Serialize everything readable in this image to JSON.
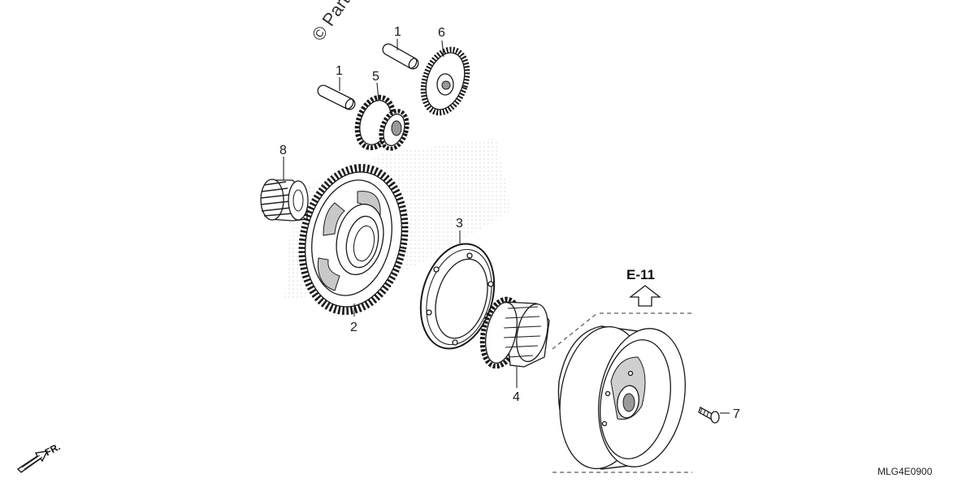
{
  "watermark": "© Partz",
  "reference": {
    "label": "E-11"
  },
  "drawing_code": "MLG4E0900",
  "front_indicator": "FR.",
  "callouts": [
    {
      "id": "pin-a",
      "number": "1"
    },
    {
      "id": "pin-b",
      "number": "1"
    },
    {
      "id": "driven-gear",
      "number": "2"
    },
    {
      "id": "clutch-outer",
      "number": "3"
    },
    {
      "id": "one-way-clutch",
      "number": "4"
    },
    {
      "id": "idle-gear",
      "number": "5"
    },
    {
      "id": "reduction-gear",
      "number": "6"
    },
    {
      "id": "bolt",
      "number": "7"
    },
    {
      "id": "needle-bearing",
      "number": "8"
    }
  ]
}
